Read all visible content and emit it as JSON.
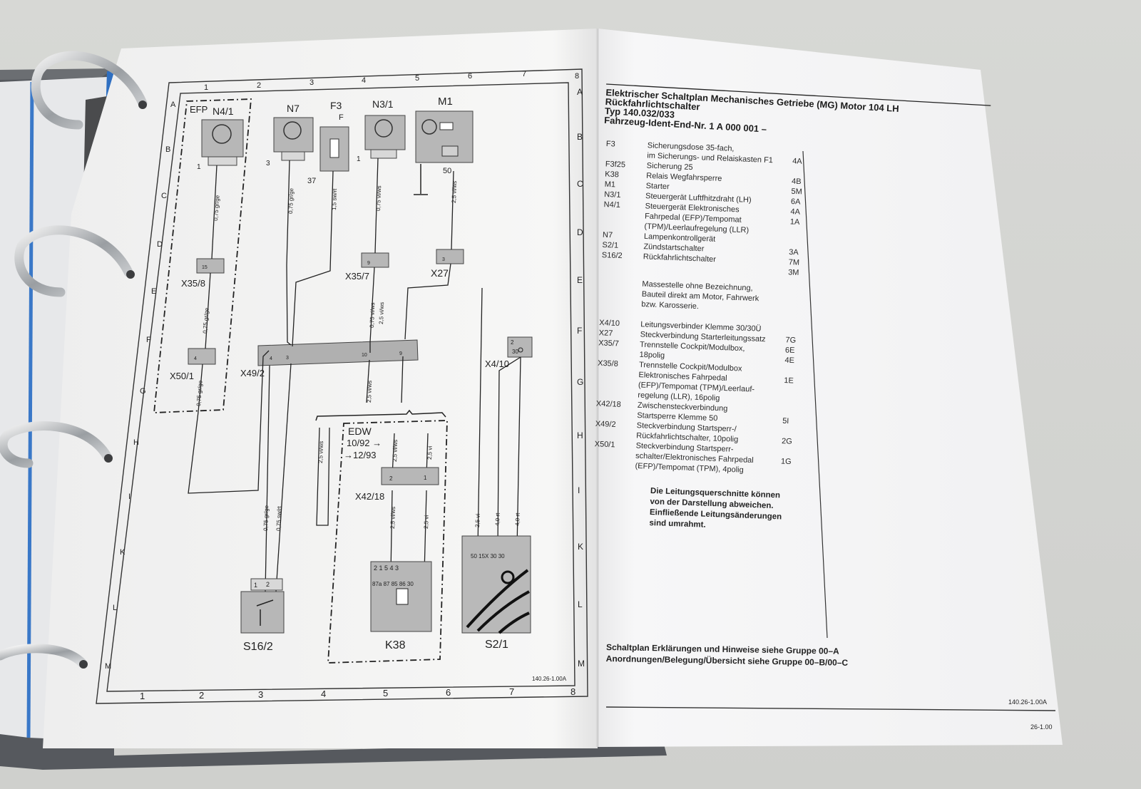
{
  "right_page": {
    "title_lines": [
      "Elektrischer Schaltplan Mechanisches Getriebe (MG) Motor 104 LH",
      "Rückfahrlichtschalter",
      "Typ 140.032/033",
      "Fahrzeug-Ident-End-Nr. 1 A 000 001 –"
    ],
    "legend": [
      {
        "code": "F3",
        "desc": "Sicherungsdose 35-fach,",
        "ref": ""
      },
      {
        "code": "",
        "desc": "im Sicherungs- und Relaiskasten F1",
        "ref": "4A"
      },
      {
        "code": "F3f25",
        "desc": "Sicherung 25",
        "ref": ""
      },
      {
        "code": "K38",
        "desc": "Relais Wegfahrsperre",
        "ref": "4B"
      },
      {
        "code": "M1",
        "desc": "Starter",
        "ref": "5M"
      },
      {
        "code": "N3/1",
        "desc": "Steuergerät Luftfhitzdraht (LH)",
        "ref": "6A"
      },
      {
        "code": "N4/1",
        "desc": "Steuergerät Elektronisches",
        "ref": "4A"
      },
      {
        "code": "",
        "desc": "Fahrpedal (EFP)/Tempomat",
        "ref": "1A"
      },
      {
        "code": "",
        "desc": "(TPM)/Leerlaufregelung (LLR)",
        "ref": ""
      },
      {
        "code": "N7",
        "desc": "Lampenkontrollgerät",
        "ref": ""
      },
      {
        "code": "S2/1",
        "desc": "Zündstartschalter",
        "ref": "3A"
      },
      {
        "code": "S16/2",
        "desc": "Rückfahrlichtschalter",
        "ref": "7M"
      },
      {
        "code": "",
        "desc": "",
        "ref": "3M"
      },
      {
        "code": "",
        "desc": "Massestelle ohne Bezeichnung,",
        "ref": ""
      },
      {
        "code": "",
        "desc": "Bauteil direkt am Motor, Fahrwerk",
        "ref": ""
      },
      {
        "code": "",
        "desc": "bzw. Karosserie.",
        "ref": ""
      },
      {
        "code": "X4/10",
        "desc": "Leitungsverbinder Klemme 30/30Ü",
        "ref": ""
      },
      {
        "code": "X27",
        "desc": "Steckverbindung Starterleitungssatz",
        "ref": "7G"
      },
      {
        "code": "X35/7",
        "desc": "Trennstelle Cockpit/Modulbox,",
        "ref": "6E"
      },
      {
        "code": "",
        "desc": "18polig",
        "ref": "4E"
      },
      {
        "code": "X35/8",
        "desc": "Trennstelle Cockpit/Modulbox",
        "ref": ""
      },
      {
        "code": "",
        "desc": "Elektronisches Fahrpedal",
        "ref": "1E"
      },
      {
        "code": "",
        "desc": "(EFP)/Tempomat (TPM)/Leerlauf-",
        "ref": ""
      },
      {
        "code": "",
        "desc": "regelung (LLR), 16polig",
        "ref": ""
      },
      {
        "code": "X42/18",
        "desc": "Zwischensteckverbindung",
        "ref": ""
      },
      {
        "code": "",
        "desc": "Startsperre Klemme 50",
        "ref": "5I"
      },
      {
        "code": "X49/2",
        "desc": "Steckverbindung Startsperr-/",
        "ref": ""
      },
      {
        "code": "",
        "desc": "Rückfahrlichtschalter, 10polig",
        "ref": "2G"
      },
      {
        "code": "X50/1",
        "desc": "Steckverbindung Startsperr-",
        "ref": ""
      },
      {
        "code": "",
        "desc": "schalter/Elektronisches Fahrpedal",
        "ref": "1G"
      },
      {
        "code": "",
        "desc": "(EFP)/Tempomat (TPM), 4polig",
        "ref": ""
      }
    ],
    "note_lines": [
      "Die Leitungsquerschnitte können",
      "von der Darstellung abweichen.",
      "Einfließende Leitungsänderungen",
      "sind umrahmt."
    ],
    "footer_lines": [
      "Schaltplan Erklärungen und Hinweise siehe Gruppe 00–A",
      "Anordnungen/Belegung/Übersicht siehe Gruppe 00–B/00–C"
    ],
    "doc_code": "140.26-1.00A",
    "page_code": "26-1.00"
  },
  "left_page": {
    "col_numbers": [
      "1",
      "2",
      "3",
      "4",
      "5",
      "6",
      "7",
      "8"
    ],
    "row_letters": [
      "A",
      "B",
      "C",
      "D",
      "E",
      "F",
      "G",
      "H",
      "I",
      "K",
      "L",
      "M"
    ],
    "components": {
      "efp": "EFP",
      "n41": "N4/1",
      "n7": "N7",
      "f3": "F3",
      "f3_f": "F",
      "n31": "N3/1",
      "m1": "M1",
      "x358": "X35/8",
      "x357": "X35/7",
      "x27": "X27",
      "x501": "X50/1",
      "x492": "X49/2",
      "x410": "X4/10",
      "edw": "EDW",
      "edw_from": "10/92 →",
      "edw_to": "→12/93",
      "x4218": "X42/18",
      "s162": "S16/2",
      "k38": "K38",
      "s21": "S2/1"
    },
    "pins": {
      "n41_pin": "1",
      "n7_pin": "3",
      "f3_pin": "37",
      "n31_pin": "1",
      "m1_pin": "50",
      "x358_pin": "15",
      "x357_pin": "9",
      "x27_pin": "3",
      "x501_pin": "4",
      "x492_pins": [
        "4",
        "3",
        "10",
        "9"
      ],
      "x410_pins": [
        "2",
        "30"
      ],
      "x4218_pins": [
        "2",
        "1"
      ],
      "s162_pins": [
        "1",
        "2"
      ],
      "k38_top": "2 1 5    4 3",
      "k38_bot": "87a 87 85   86 30",
      "s21_pins": "50 15X 30    30"
    },
    "wires": {
      "w1": "0,75 gr/ge",
      "w2": "0,75 gr/ge",
      "w3": "0,75 gr/ge",
      "w4": "0,75 gr/ge",
      "w5": "1,5 sw/rt",
      "w6": "0,75 vi/ws",
      "w7": "2,5 vi/ws",
      "w8": "0,75 vi/ws",
      "w9": "2,5 vi/ws",
      "w10": "2,5 vi/ws",
      "w11": "2,5 vi/ws",
      "w12": "2,5 vi/ws",
      "w13": "2,5 vi",
      "w14": "0,75 gr/ge",
      "w15": "0,75 sw/rt",
      "w16": "2,5 vi/ws",
      "w17": "2,5 vi",
      "w18": "2,5 vi",
      "w19": "4,0 rt",
      "w20": "4,0 rt"
    },
    "doc_code": "140.26-1.00A"
  }
}
